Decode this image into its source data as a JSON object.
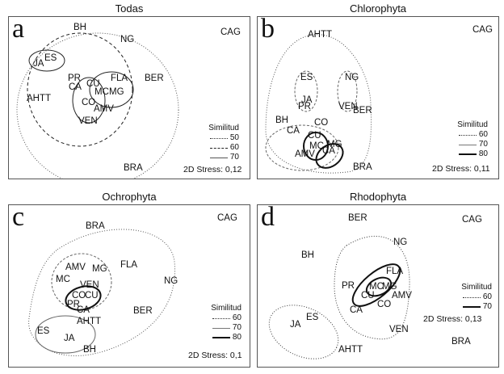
{
  "panels": [
    {
      "letter": "a",
      "title": "Todas",
      "labels": [
        "BH",
        "NG",
        "CAG",
        "ES",
        "JA",
        "PR",
        "CA",
        "CU",
        "MC",
        "FLA",
        "MG",
        "BER",
        "AHTT",
        "CO",
        "AMV",
        "VEN",
        "BRA"
      ],
      "legend_title": "Similitud",
      "legend": [
        {
          "value": "50",
          "style": "dotted"
        },
        {
          "value": "60",
          "style": "dashed"
        },
        {
          "value": "70",
          "style": "solid-thin"
        }
      ],
      "stress": "2D Stress: 0,12"
    },
    {
      "letter": "b",
      "title": "Chlorophyta",
      "labels": [
        "AHTT",
        "CAG",
        "ES",
        "NG",
        "JA",
        "PR",
        "VEN",
        "BER",
        "BH",
        "CO",
        "CA",
        "CU",
        "MC",
        "MG",
        "AMV",
        "CA",
        "BRA"
      ],
      "legend_title": "Similitud",
      "legend": [
        {
          "value": "60",
          "style": "dotted"
        },
        {
          "value": "70",
          "style": "solid-thin"
        },
        {
          "value": "80",
          "style": "solid-thick"
        }
      ],
      "stress": "2D Stress: 0,11"
    },
    {
      "letter": "c",
      "title": "Ochrophyta",
      "labels": [
        "CAG",
        "BRA",
        "AMV",
        "MG",
        "FLA",
        "MC",
        "VEN",
        "NG",
        "CO",
        "CU",
        "PR",
        "CA",
        "BER",
        "AHTT",
        "ES",
        "JA",
        "BH"
      ],
      "legend_title": "Similitud",
      "legend": [
        {
          "value": "60",
          "style": "dotted"
        },
        {
          "value": "70",
          "style": "solid-thin"
        },
        {
          "value": "80",
          "style": "solid-thick"
        }
      ],
      "stress": "2D Stress: 0,1"
    },
    {
      "letter": "d",
      "title": "Rhodophyta",
      "labels": [
        "BER",
        "CAG",
        "NG",
        "BH",
        "FLA",
        "PR",
        "MC",
        "MG",
        "CU",
        "AMV",
        "CO",
        "CA",
        "ES",
        "JA",
        "VEN",
        "BRA",
        "AHTT"
      ],
      "legend_title": "Similitud",
      "legend": [
        {
          "value": "60",
          "style": "dotted"
        },
        {
          "value": "70",
          "style": "solid-thick"
        }
      ],
      "stress": "2D Stress: 0,13"
    }
  ]
}
